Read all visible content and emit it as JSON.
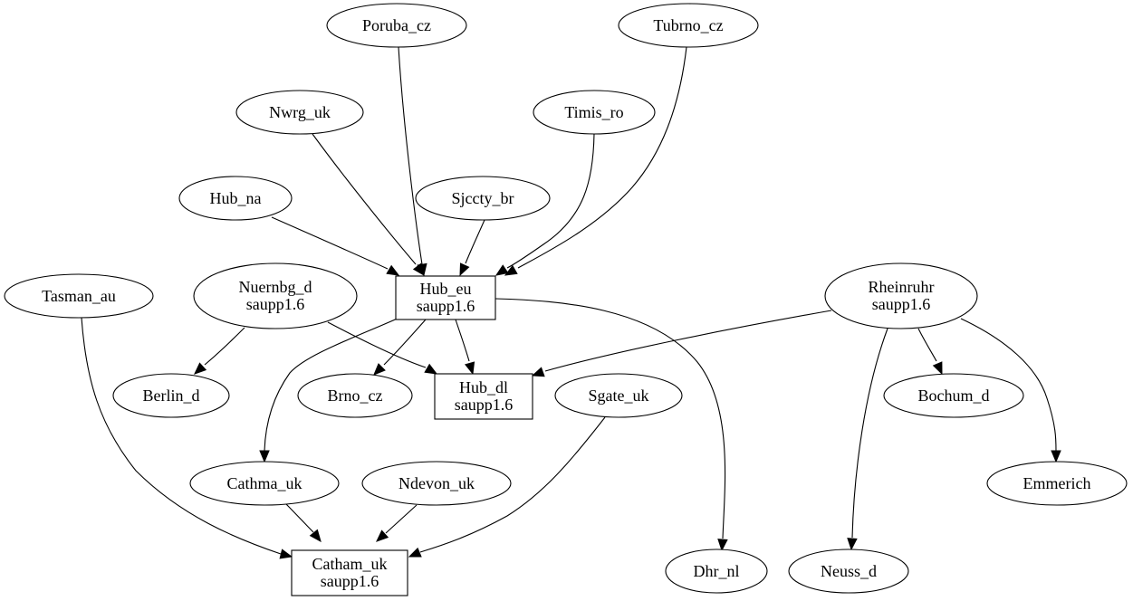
{
  "nodes": [
    {
      "id": "poruba_cz",
      "label": "Poruba_cz",
      "shape": "ellipse"
    },
    {
      "id": "tubrno_cz",
      "label": "Tubrno_cz",
      "shape": "ellipse"
    },
    {
      "id": "nwrg_uk",
      "label": "Nwrg_uk",
      "shape": "ellipse"
    },
    {
      "id": "timis_ro",
      "label": "Timis_ro",
      "shape": "ellipse"
    },
    {
      "id": "hub_na",
      "label": "Hub_na",
      "shape": "ellipse"
    },
    {
      "id": "sjccty_br",
      "label": "Sjccty_br",
      "shape": "ellipse"
    },
    {
      "id": "tasman_au",
      "label": "Tasman_au",
      "shape": "ellipse"
    },
    {
      "id": "nuernbg_d",
      "label": "Nuernbg_d",
      "sublabel": "saupp1.6",
      "shape": "ellipse"
    },
    {
      "id": "hub_eu",
      "label": "Hub_eu",
      "sublabel": "saupp1.6",
      "shape": "box"
    },
    {
      "id": "rheinruhr",
      "label": "Rheinruhr",
      "sublabel": "saupp1.6",
      "shape": "ellipse"
    },
    {
      "id": "berlin_d",
      "label": "Berlin_d",
      "shape": "ellipse"
    },
    {
      "id": "brno_cz",
      "label": "Brno_cz",
      "shape": "ellipse"
    },
    {
      "id": "hub_dl",
      "label": "Hub_dl",
      "sublabel": "saupp1.6",
      "shape": "box"
    },
    {
      "id": "sgate_uk",
      "label": "Sgate_uk",
      "shape": "ellipse"
    },
    {
      "id": "bochum_d",
      "label": "Bochum_d",
      "shape": "ellipse"
    },
    {
      "id": "cathma_uk",
      "label": "Cathma_uk",
      "shape": "ellipse"
    },
    {
      "id": "ndevon_uk",
      "label": "Ndevon_uk",
      "shape": "ellipse"
    },
    {
      "id": "emmerich",
      "label": "Emmerich",
      "shape": "ellipse"
    },
    {
      "id": "catham_uk",
      "label": "Catham_uk",
      "sublabel": "saupp1.6",
      "shape": "box"
    },
    {
      "id": "dhr_nl",
      "label": "Dhr_nl",
      "shape": "ellipse"
    },
    {
      "id": "neuss_d",
      "label": "Neuss_d",
      "shape": "ellipse"
    }
  ],
  "edges": [
    {
      "from": "poruba_cz",
      "to": "hub_eu"
    },
    {
      "from": "tubrno_cz",
      "to": "hub_eu"
    },
    {
      "from": "nwrg_uk",
      "to": "hub_eu"
    },
    {
      "from": "timis_ro",
      "to": "hub_eu"
    },
    {
      "from": "hub_na",
      "to": "hub_eu"
    },
    {
      "from": "sjccty_br",
      "to": "hub_eu"
    },
    {
      "from": "hub_eu",
      "to": "hub_dl"
    },
    {
      "from": "hub_eu",
      "to": "brno_cz"
    },
    {
      "from": "hub_eu",
      "to": "cathma_uk"
    },
    {
      "from": "hub_eu",
      "to": "dhr_nl"
    },
    {
      "from": "nuernbg_d",
      "to": "berlin_d"
    },
    {
      "from": "nuernbg_d",
      "to": "hub_dl"
    },
    {
      "from": "rheinruhr",
      "to": "hub_dl"
    },
    {
      "from": "rheinruhr",
      "to": "bochum_d"
    },
    {
      "from": "rheinruhr",
      "to": "emmerich"
    },
    {
      "from": "rheinruhr",
      "to": "neuss_d"
    },
    {
      "from": "tasman_au",
      "to": "catham_uk"
    },
    {
      "from": "cathma_uk",
      "to": "catham_uk"
    },
    {
      "from": "ndevon_uk",
      "to": "catham_uk"
    },
    {
      "from": "sgate_uk",
      "to": "catham_uk"
    }
  ]
}
